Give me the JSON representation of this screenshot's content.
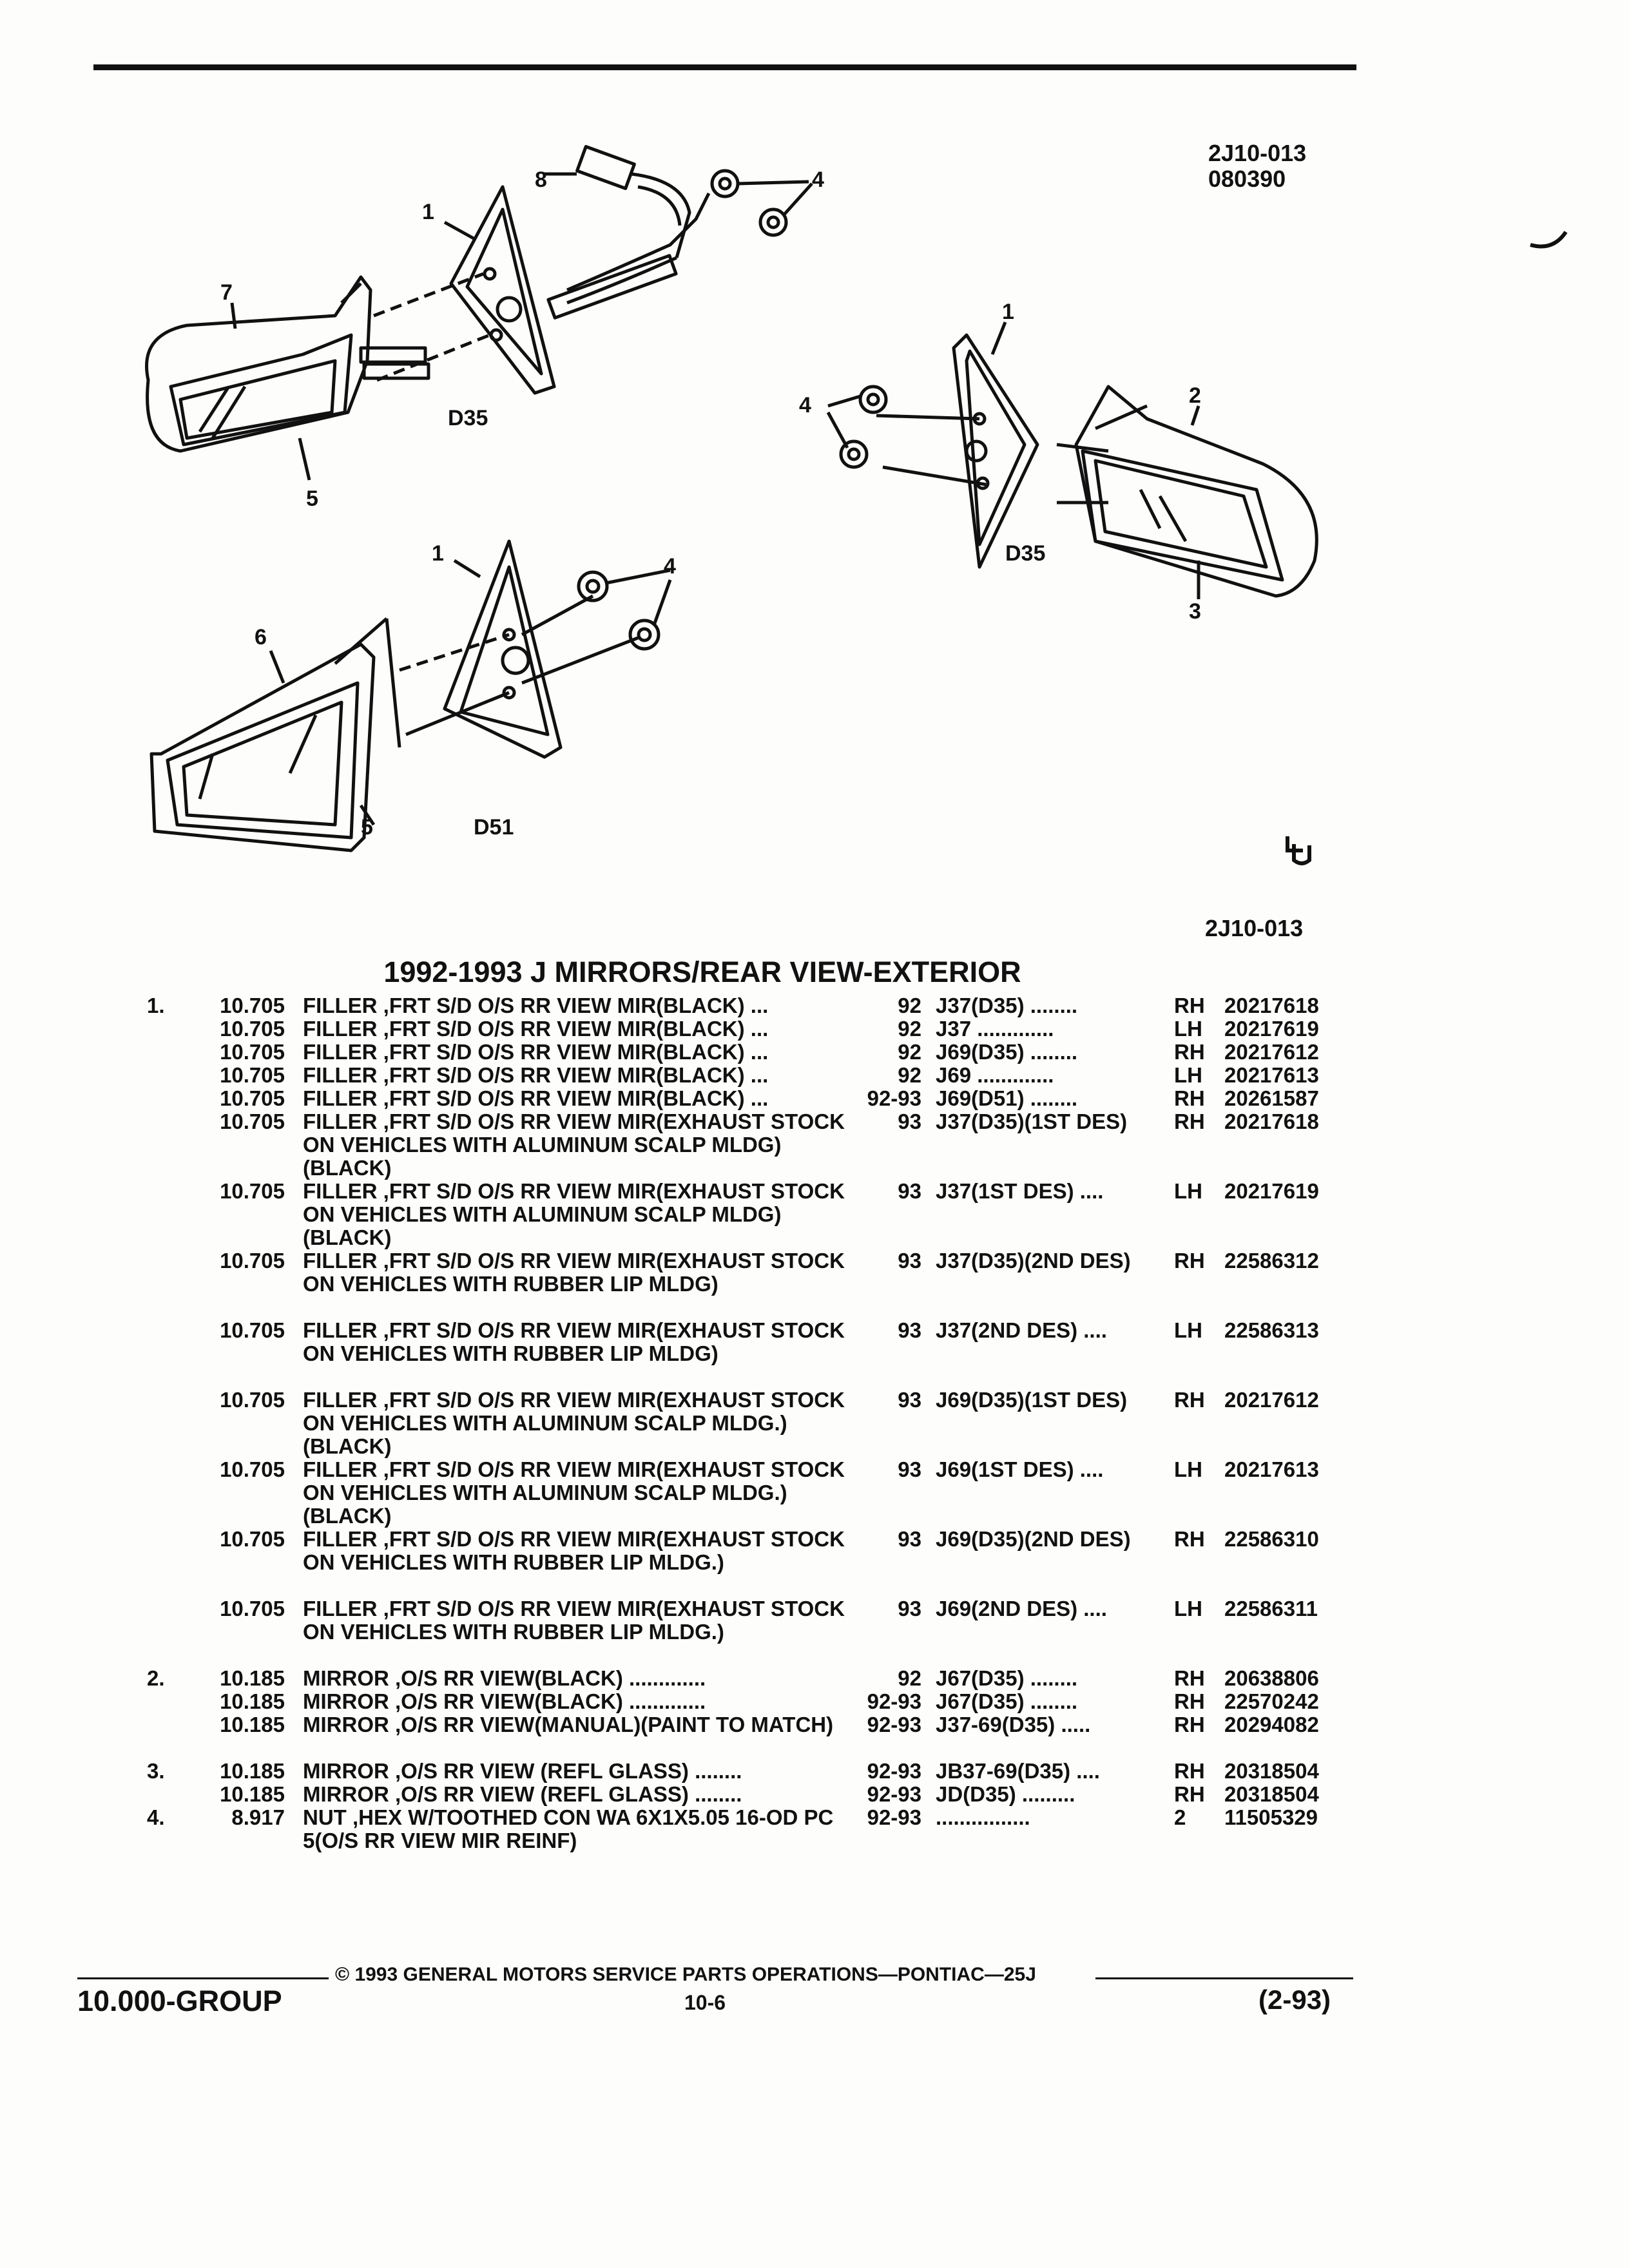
{
  "diagram": {
    "ref_top": "2J10-013",
    "ref_date": "080390",
    "ref_bottom": "2J10-013",
    "callouts": [
      "1",
      "2",
      "3",
      "4",
      "5",
      "6",
      "7",
      "8"
    ],
    "labels": {
      "d35_a": "D35",
      "d35_b": "D35",
      "d51": "D51"
    }
  },
  "title": "1992-1993 J MIRRORS/REAR VIEW-EXTERIOR",
  "rows": [
    {
      "item": "1.",
      "group": "10.705",
      "name": "FILLER",
      "desc": ",FRT S/D O/S RR VIEW MIR(BLACK) ...",
      "year": "92",
      "app": "J37(D35) ........",
      "side": "RH",
      "part": "20217618",
      "lines": 1
    },
    {
      "item": "",
      "group": "10.705",
      "name": "FILLER",
      "desc": ",FRT S/D O/S RR VIEW MIR(BLACK) ...",
      "year": "92",
      "app": "J37 .............",
      "side": "LH",
      "part": "20217619",
      "lines": 1
    },
    {
      "item": "",
      "group": "10.705",
      "name": "FILLER",
      "desc": ",FRT S/D O/S RR VIEW MIR(BLACK) ...",
      "year": "92",
      "app": "J69(D35) ........",
      "side": "RH",
      "part": "20217612",
      "lines": 1
    },
    {
      "item": "",
      "group": "10.705",
      "name": "FILLER",
      "desc": ",FRT S/D O/S RR VIEW MIR(BLACK) ...",
      "year": "92",
      "app": "J69 .............",
      "side": "LH",
      "part": "20217613",
      "lines": 1
    },
    {
      "item": "",
      "group": "10.705",
      "name": "FILLER",
      "desc": ",FRT S/D O/S RR VIEW MIR(BLACK) ...",
      "year": "92-93",
      "app": "J69(D51) ........",
      "side": "RH",
      "part": "20261587",
      "lines": 1
    },
    {
      "item": "",
      "group": "10.705",
      "name": "FILLER",
      "desc": ",FRT S/D O/S RR VIEW MIR(EXHAUST STOCK ON VEHICLES WITH ALUMINUM SCALP MLDG)(BLACK)",
      "year": "93",
      "app": "J37(D35)(1ST DES)",
      "side": "RH",
      "part": "20217618",
      "lines": 3
    },
    {
      "item": "",
      "group": "10.705",
      "name": "FILLER",
      "desc": ",FRT S/D O/S RR VIEW MIR(EXHAUST STOCK ON VEHICLES WITH ALUMINUM SCALP MLDG)(BLACK)",
      "year": "93",
      "app": "J37(1ST DES) ....",
      "side": "LH",
      "part": "20217619",
      "lines": 3
    },
    {
      "item": "",
      "group": "10.705",
      "name": "FILLER",
      "desc": ",FRT S/D O/S RR VIEW MIR(EXHAUST STOCK ON VEHICLES WITH RUBBER LIP MLDG)",
      "year": "93",
      "app": "J37(D35)(2ND DES)",
      "side": "RH",
      "part": "22586312",
      "lines": 3
    },
    {
      "item": "",
      "group": "10.705",
      "name": "FILLER",
      "desc": ",FRT S/D O/S RR VIEW MIR(EXHAUST STOCK ON VEHICLES WITH RUBBER LIP MLDG)",
      "year": "93",
      "app": "J37(2ND DES) ....",
      "side": "LH",
      "part": "22586313",
      "lines": 3
    },
    {
      "item": "",
      "group": "10.705",
      "name": "FILLER",
      "desc": ",FRT S/D O/S RR VIEW MIR(EXHAUST STOCK ON VEHICLES WITH ALUMINUM SCALP MLDG.)(BLACK)",
      "year": "93",
      "app": "J69(D35)(1ST DES)",
      "side": "RH",
      "part": "20217612",
      "lines": 3
    },
    {
      "item": "",
      "group": "10.705",
      "name": "FILLER",
      "desc": ",FRT S/D O/S RR VIEW MIR(EXHAUST STOCK ON VEHICLES WITH ALUMINUM SCALP MLDG.)(BLACK)",
      "year": "93",
      "app": "J69(1ST DES) ....",
      "side": "LH",
      "part": "20217613",
      "lines": 3
    },
    {
      "item": "",
      "group": "10.705",
      "name": "FILLER",
      "desc": ",FRT S/D O/S RR VIEW MIR(EXHAUST STOCK ON VEHICLES WITH RUBBER LIP MLDG.)",
      "year": "93",
      "app": "J69(D35)(2ND DES)",
      "side": "RH",
      "part": "22586310",
      "lines": 3
    },
    {
      "item": "",
      "group": "10.705",
      "name": "FILLER",
      "desc": ",FRT S/D O/S RR VIEW MIR(EXHAUST STOCK ON VEHICLES WITH RUBBER LIP MLDG.)",
      "year": "93",
      "app": "J69(2ND DES) ....",
      "side": "LH",
      "part": "22586311",
      "lines": 3
    },
    {
      "item": "2.",
      "group": "10.185",
      "name": "MIRROR",
      "desc": ",O/S RR VIEW(BLACK) .............",
      "year": "92",
      "app": "J67(D35) ........",
      "side": "RH",
      "part": "20638806",
      "lines": 1
    },
    {
      "item": "",
      "group": "10.185",
      "name": "MIRROR",
      "desc": ",O/S RR VIEW(BLACK) .............",
      "year": "92-93",
      "app": "J67(D35) ........",
      "side": "RH",
      "part": "22570242",
      "lines": 1
    },
    {
      "item": "",
      "group": "10.185",
      "name": "MIRROR",
      "desc": ",O/S RR VIEW(MANUAL)(PAINT TO MATCH)",
      "year": "92-93",
      "app": "J37-69(D35) .....",
      "side": "RH",
      "part": "20294082",
      "lines": 2
    },
    {
      "item": "3.",
      "group": "10.185",
      "name": "MIRROR",
      "desc": ",O/S RR VIEW (REFL GLASS) ........",
      "year": "92-93",
      "app": "JB37-69(D35) ....",
      "side": "RH",
      "part": "20318504",
      "lines": 1
    },
    {
      "item": "",
      "group": "10.185",
      "name": "MIRROR",
      "desc": ",O/S RR VIEW (REFL GLASS) ........",
      "year": "92-93",
      "app": "JD(D35) .........",
      "side": "RH",
      "part": "20318504",
      "lines": 1
    },
    {
      "item": "4.",
      "group": "8.917",
      "name": "NUT",
      "desc": ",HEX W/TOOTHED CON WA 6X1X5.05 16-OD PC 5(O/S RR VIEW MIR REINF)",
      "year": "92-93",
      "app": "................",
      "side": "2",
      "part": "11505329",
      "lines": 2
    }
  ],
  "footer": {
    "copyright": "© 1993 GENERAL MOTORS SERVICE PARTS OPERATIONS—PONTIAC—25J",
    "group": "10.000-GROUP",
    "page": "10-6",
    "date": "(2-93)"
  }
}
